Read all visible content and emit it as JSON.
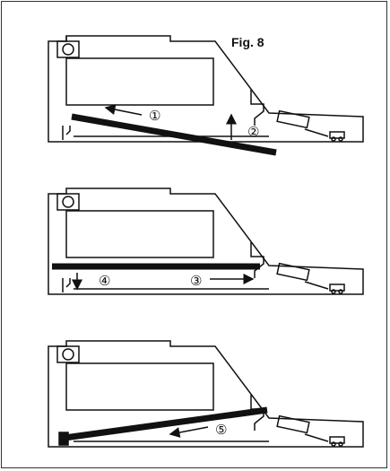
{
  "figure": {
    "label": "Fig. 8"
  },
  "steps": {
    "s1": "①",
    "s2": "②",
    "s3": "③",
    "s4": "④",
    "s5": "⑤"
  },
  "colors": {
    "line": "#111111",
    "frame": "#333333",
    "background": "#ffffff"
  }
}
